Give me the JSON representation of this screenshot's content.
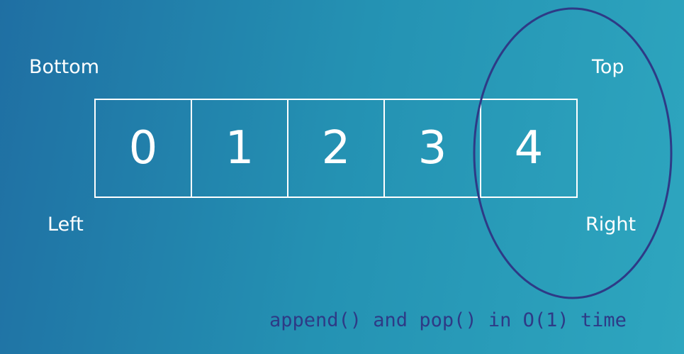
{
  "labels": {
    "bottom": "Bottom",
    "top": "Top",
    "left": "Left",
    "right": "Right"
  },
  "cells": [
    "0",
    "1",
    "2",
    "3",
    "4"
  ],
  "caption": "append() and pop() in O(1) time",
  "colors": {
    "background_start": "#1f6fa3",
    "background_end": "#2ea6bf",
    "cell_border": "#ffffff",
    "text": "#ffffff",
    "highlight_ring": "#2e3a86",
    "caption": "#2e3a86"
  }
}
